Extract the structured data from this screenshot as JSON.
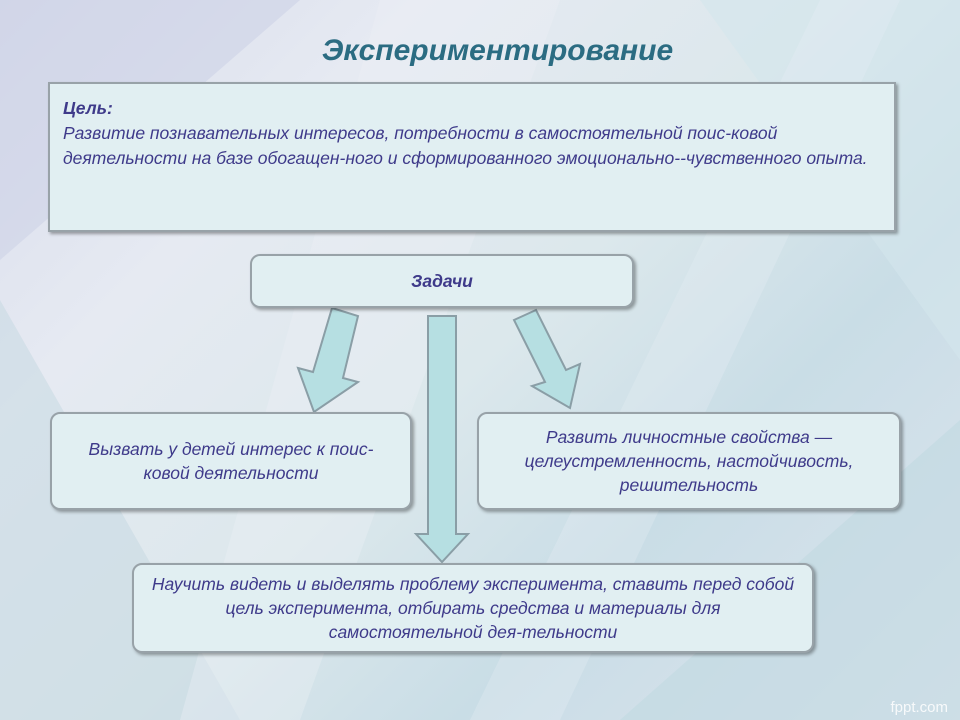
{
  "title": "Экспериментирование",
  "goal": {
    "label": "Цель:",
    "text": "Развитие познавательных интересов, потребности в самостоятельной поис-ковой деятельности на базе обогащен-ного и сформированного эмоционально--чувственного опыта."
  },
  "tasks_header": "Задачи",
  "tasks": [
    "Вызвать у детей интерес к поис-ковой деятельности",
    "Развить личностные свойства — целеустремленность, настойчивость, решительность",
    "Научить видеть и выделять проблему эксперимента, ставить перед собой цель эксперимента, отбирать средства и материалы для самостоятельной дея-тельности"
  ],
  "watermark": "fppt.com",
  "colors": {
    "title": "#2b6c82",
    "text": "#3e3a8a",
    "box_fill": "#e1eff2",
    "box_border": "#98a2a8",
    "arrow_fill": "#b6dfe2",
    "arrow_stroke": "#8a9ea6"
  }
}
